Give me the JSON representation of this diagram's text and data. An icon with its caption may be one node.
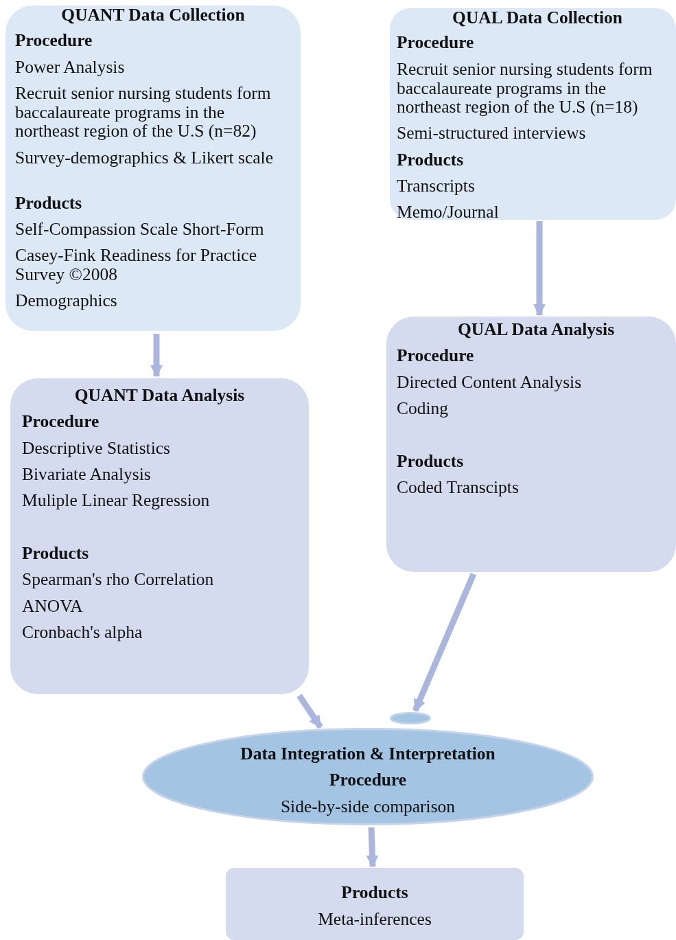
{
  "diagram": {
    "nodes": [
      {
        "text": [
          "QUANT Data Collection",
          "Procedure",
          "Power Analysis",
          "Recruit senior nursing students form baccalaureate programs in the northeast region of the U.S (n=82)",
          "Survey-demographics & Likert scale",
          "Products",
          "Self-Compassion Scale Short-Form",
          "Casey-Fink Readiness for Practice Survey ©2008",
          "Demographics"
        ]
      },
      {
        "text": [
          "QUAL Data Collection",
          "Procedure",
          "Recruit senior nursing students form baccalaureate programs in the northeast region of the U.S (n=18)",
          "Semi-structured interviews",
          "Products",
          "Transcripts",
          "Memo/Journal"
        ]
      },
      {
        "text": [
          "QUAL Data Analysis",
          "Procedure",
          "Directed Content Analysis",
          "Coding",
          "Products",
          "Coded Transcipts"
        ]
      },
      {
        "text": [
          "QUANT Data Analysis",
          "Procedure",
          "Descriptive Statistics",
          "Bivariate Analysis",
          "Muliple Linear Regression",
          "Products",
          "Spearman's rho Correlation",
          "ANOVA",
          "Cronbach's alpha"
        ]
      },
      {
        "text": [],
        "shape": "ellipse"
      },
      {
        "text": [
          "Data Integration & Interpretation",
          "Procedure",
          "Side-by-side comparison"
        ]
      },
      {
        "text": [
          "Products",
          "Meta-inferences"
        ]
      }
    ],
    "edges": [
      {
        "from": 0,
        "to": 3,
        "arrow": "to"
      },
      {
        "from": 1,
        "to": 2,
        "arrow": "to"
      },
      {
        "from": 2,
        "to": 4,
        "arrow": "to"
      },
      {
        "from": 3,
        "to": 5,
        "arrow": "to"
      },
      {
        "from": 5,
        "to": 6,
        "arrow": "to"
      }
    ]
  }
}
